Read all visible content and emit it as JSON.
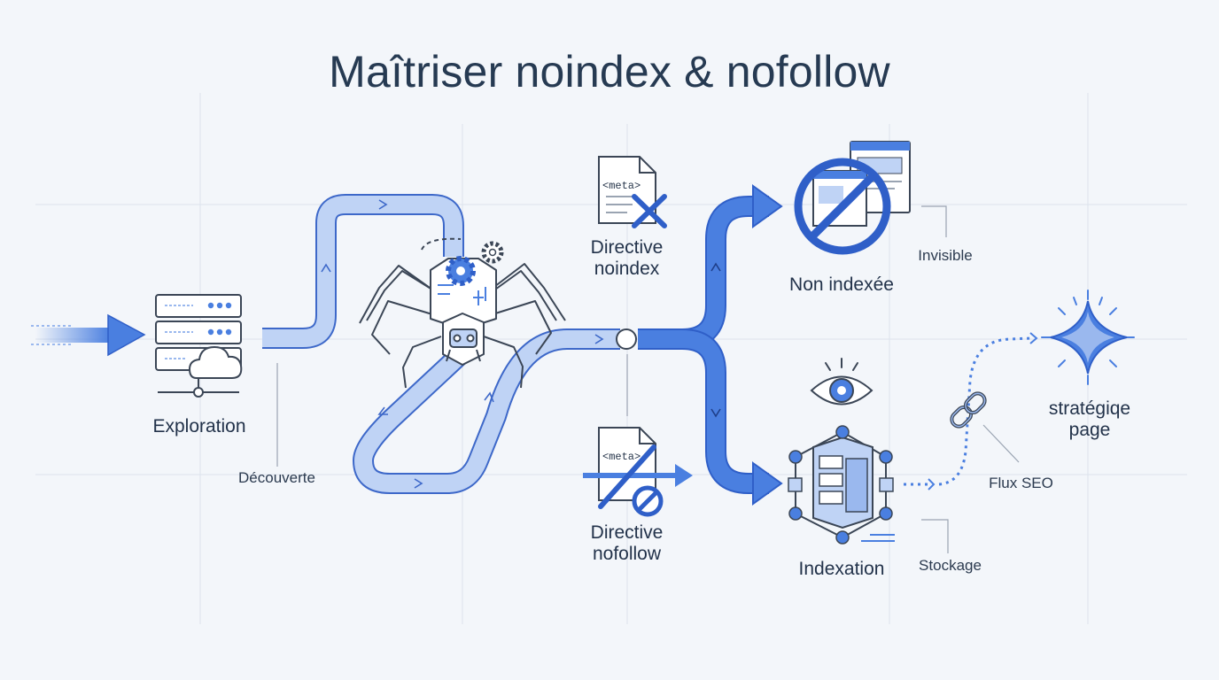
{
  "title": "Maîtriser noindex & nofollow",
  "labels": {
    "exploration": "Exploration",
    "decouverte": "Découverte",
    "directive_noindex_1": "Directive",
    "directive_noindex_2": "noindex",
    "directive_nofollow_1": "Directive",
    "directive_nofollow_2": "nofollow",
    "non_indexee": "Non indexée",
    "invisible": "Invisible",
    "indexation": "Indexation",
    "stockage": "Stockage",
    "flux_seo": "Flux SEO",
    "strategique_1": "stratégiqe",
    "strategique_2": "page",
    "meta_tag_1": "<meta>",
    "meta_tag_2": "<meta>"
  },
  "icons": [
    "arrow-right-icon",
    "server-icon",
    "cloud-icon",
    "spider-robot-icon",
    "gear-icon",
    "document-icon",
    "cross-icon",
    "prohibited-icon",
    "browser-window-icon",
    "eye-icon",
    "database-cube-icon",
    "link-chain-icon",
    "sparkle-star-icon"
  ],
  "colors": {
    "accent": "#4a7fe0",
    "accent_dark": "#2f5fc8",
    "accent_light": "#bfd3f5",
    "line": "#3b4656",
    "grid": "#dde3ec",
    "background": "#f3f6fa"
  }
}
